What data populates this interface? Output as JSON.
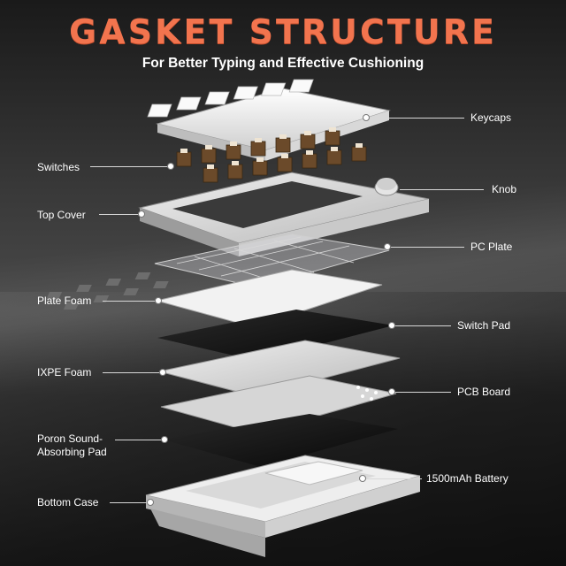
{
  "header": {
    "title": "GASKET STRUCTURE",
    "subtitle": "For Better Typing and Effective Cushioning"
  },
  "labels": {
    "keycaps": "Keycaps",
    "switches": "Switches",
    "knob": "Knob",
    "top_cover": "Top Cover",
    "pc_plate": "PC Plate",
    "plate_foam": "Plate Foam",
    "switch_pad": "Switch Pad",
    "ixpe_foam": "IXPE Foam",
    "pcb_board": "PCB Board",
    "poron_pad": "Poron Sound-Absorbing Pad",
    "battery": "1500mAh Battery",
    "bottom_case": "Bottom Case"
  },
  "colors": {
    "title": "#f2744e",
    "text": "#ffffff",
    "keycap": "#e8e8e8",
    "switch": "#6b4a2a",
    "plate": "#dcdcdc",
    "dark_pad": "#141414"
  }
}
